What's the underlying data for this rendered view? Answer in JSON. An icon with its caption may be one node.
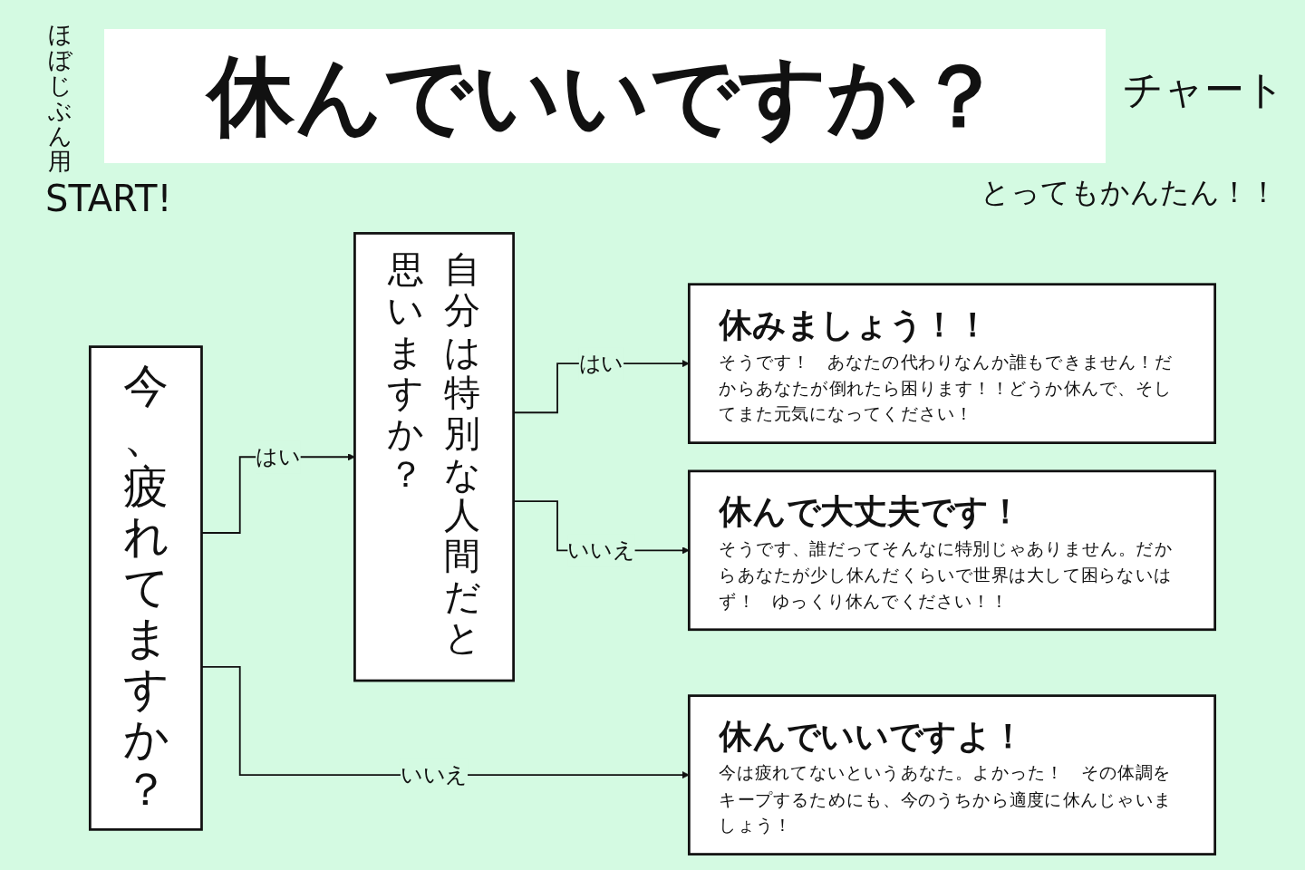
{
  "diagram": {
    "title": "休んでいいですか？",
    "nodes": [
      {
        "text": [
          "今、疲れてますか？"
        ]
      },
      {
        "text": [
          "自分は特別な人間だと思いますか？"
        ]
      },
      {
        "text": [
          "休みましょう！！",
          "そうです！　あなたの代わりなんか誰もできません！だからあなたが倒れたら困ります！！どうか休んで、そしてまた元気になってください！"
        ]
      },
      {
        "text": [
          "休んで大丈夫です！",
          "そうです、誰だってそんなに特別じゃありません。だからあなたが少し休んだくらいで世界は大して困らないはず！　ゆっくり休んでください！！"
        ]
      },
      {
        "text": [
          "休んでいいですよ！",
          "今は疲れてないというあなた。よかった！　その体調をキープするためにも、今のうちから適度に休んじゃいましょう！"
        ]
      }
    ],
    "edges": [
      {
        "from": 0,
        "to": 1,
        "arrow": "to",
        "label": "はい"
      },
      {
        "from": 1,
        "to": 2,
        "arrow": "to",
        "label": "はい"
      },
      {
        "from": 1,
        "to": 3,
        "arrow": "to",
        "label": "いいえ"
      },
      {
        "from": 0,
        "to": 4,
        "arrow": "to",
        "label": "いいえ"
      }
    ],
    "labels": [
      "ほぼじぶん用",
      "チャート",
      "START!",
      "とってもかんたん！！"
    ]
  }
}
